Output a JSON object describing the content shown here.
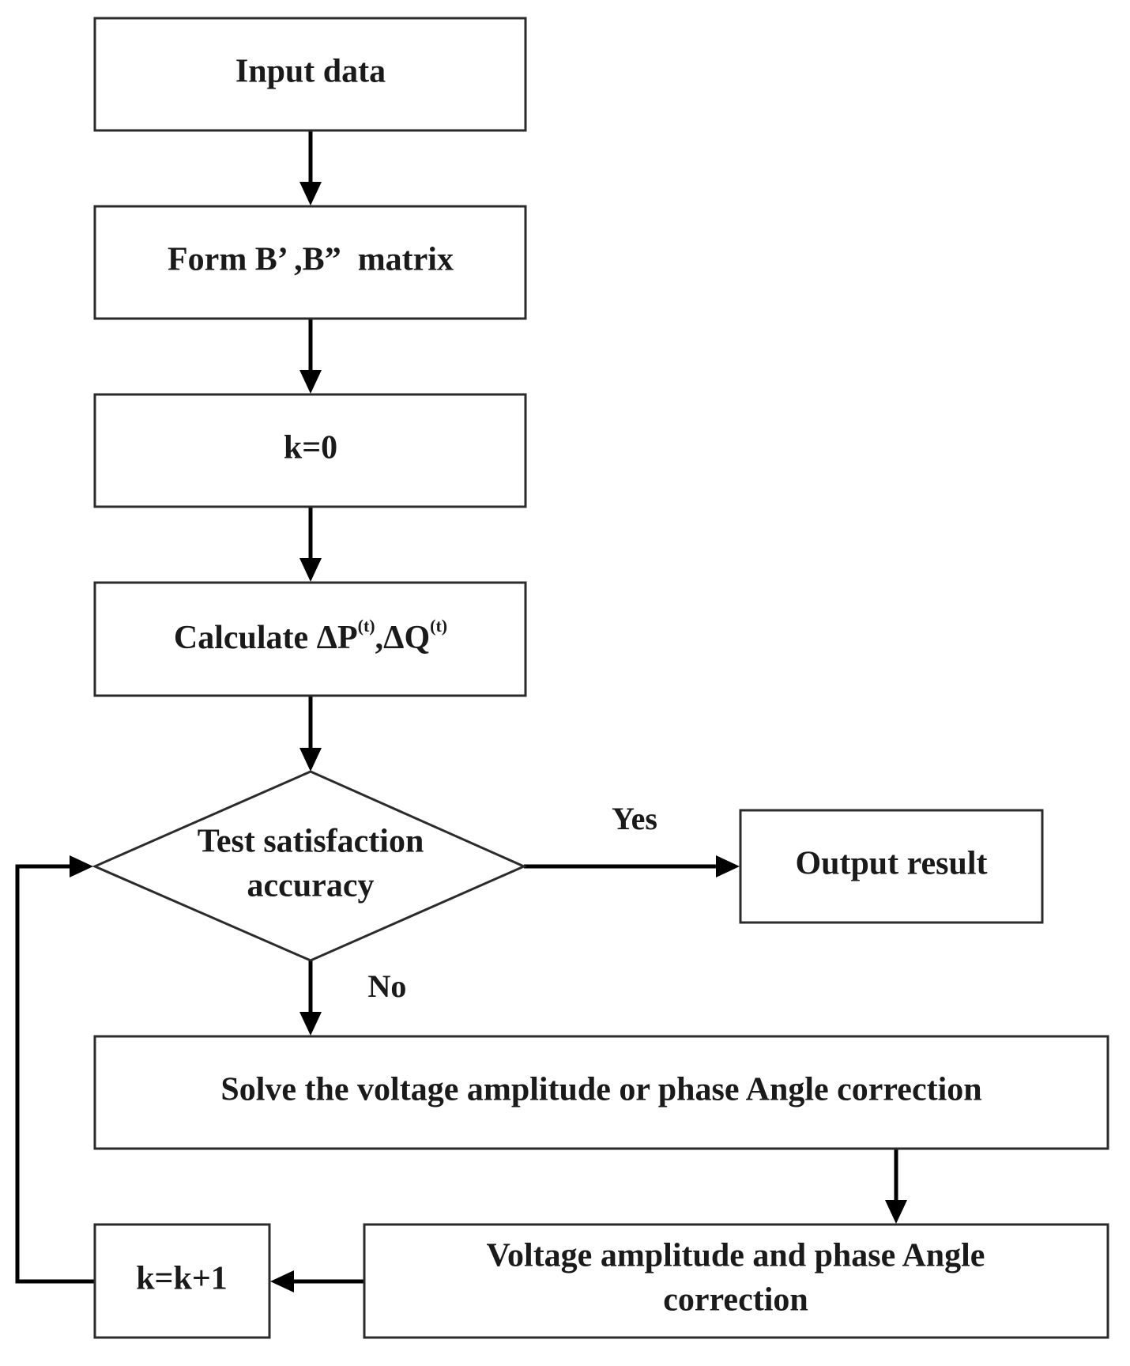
{
  "nodes": {
    "input": "Input data",
    "form": "Form B’ ,B”  matrix",
    "k0": "k=0",
    "calc": {
      "prefix": "Calculate ",
      "p": "ΔP",
      "sep": ",",
      "q": "ΔQ",
      "sup": "(t)"
    },
    "test": {
      "line1": "Test satisfaction",
      "line2": "accuracy"
    },
    "output": "Output result",
    "solve": "Solve the voltage amplitude or phase Angle correction",
    "correction": {
      "line1": "Voltage amplitude and phase Angle",
      "line2": "correction"
    },
    "kinc": "k=k+1"
  },
  "edges": {
    "yes": "Yes",
    "no": "No"
  }
}
